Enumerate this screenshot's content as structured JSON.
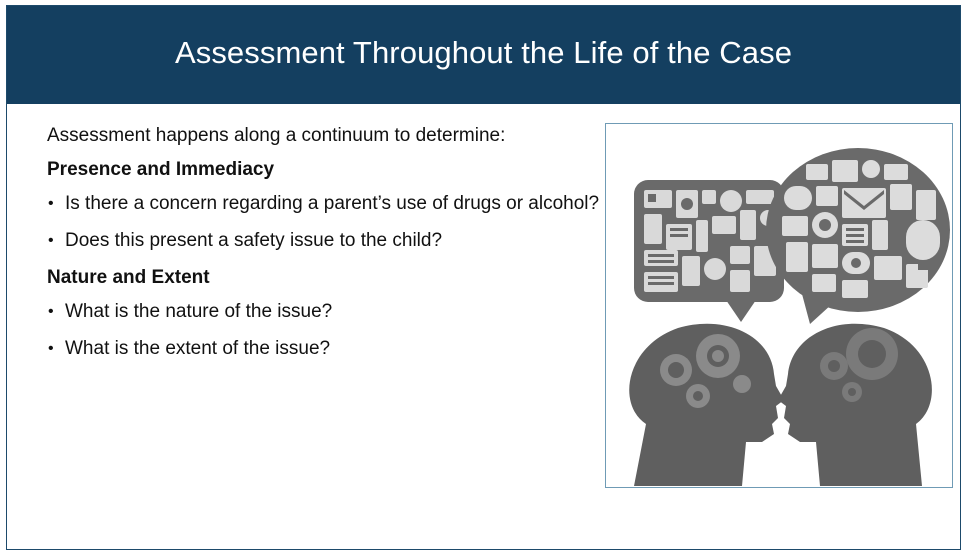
{
  "slide": {
    "title": "Assessment Throughout the Life of the Case",
    "intro": "Assessment happens along a continuum to determine:",
    "sections": [
      {
        "heading": "Presence and Immediacy",
        "bullets": [
          "Is there a concern regarding a parent’s use of drugs or alcohol?",
          "Does this present a safety issue to the child?"
        ]
      },
      {
        "heading": "Nature and Extent",
        "bullets": [
          "What is the nature of the issue?",
          "What is the extent of the issue?"
        ]
      }
    ],
    "bullet_glyph": "•"
  },
  "illustration": {
    "icon": "two-heads-speech-bubbles-icon",
    "colors": {
      "head": "#5f5f5f",
      "gear": "#8a8a8a",
      "bubble": "#6a6a6a",
      "frame_border": "#6f9bb5",
      "title_bar": "#143f60"
    }
  }
}
